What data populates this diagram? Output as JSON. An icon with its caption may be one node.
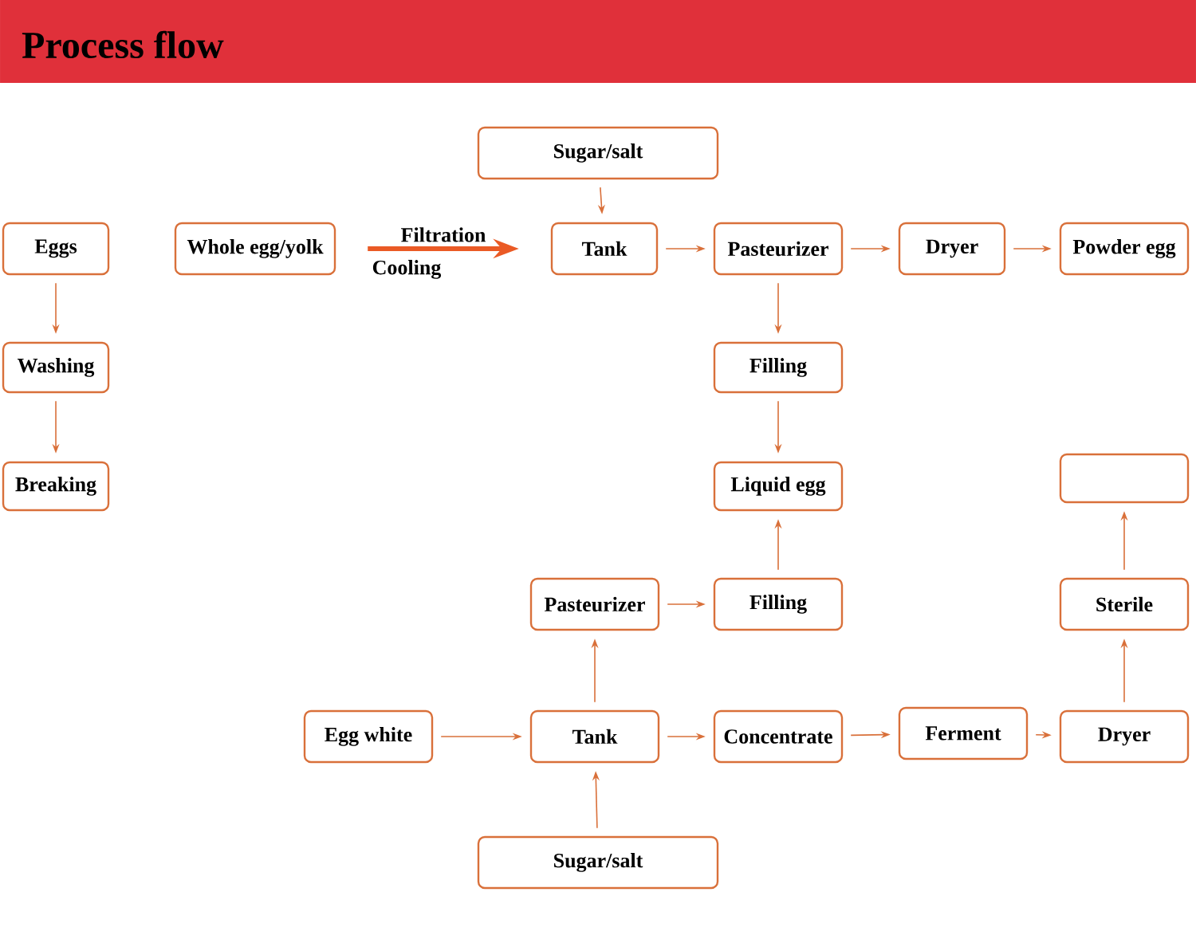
{
  "diagram": {
    "title": "Process flow",
    "nodes": [
      {
        "text": [
          "Eggs"
        ]
      },
      {
        "text": [
          "Washing"
        ]
      },
      {
        "text": [
          "Breaking"
        ]
      },
      {
        "text": [
          "Whole egg/yolk"
        ]
      },
      {
        "text": [
          "Sugar/salt"
        ]
      },
      {
        "text": [
          "Tank"
        ]
      },
      {
        "text": [
          "Pasteurizer"
        ]
      },
      {
        "text": [
          "Dryer"
        ]
      },
      {
        "text": [
          "Powder egg"
        ]
      },
      {
        "text": [
          "Filling"
        ]
      },
      {
        "text": [
          "Liquid egg"
        ]
      },
      {
        "text": [],
        "shape": "box"
      },
      {
        "text": [
          "Pasteurizer"
        ]
      },
      {
        "text": [
          "Filling"
        ]
      },
      {
        "text": [
          "Sterile"
        ]
      },
      {
        "text": [
          "Egg white"
        ]
      },
      {
        "text": [
          "Tank"
        ]
      },
      {
        "text": [
          "Concentrate"
        ]
      },
      {
        "text": [
          "Ferment"
        ]
      },
      {
        "text": [
          "Dryer"
        ]
      },
      {
        "text": [
          "Sugar/salt"
        ]
      }
    ],
    "edges": [
      {
        "from": 0,
        "to": 1,
        "arrow": "to"
      },
      {
        "from": 1,
        "to": 2,
        "arrow": "to"
      },
      {
        "from": 3,
        "to": 5,
        "arrow": "to",
        "label": "Filtration",
        "style": "thick"
      },
      {
        "from": 4,
        "to": 5,
        "arrow": "to"
      },
      {
        "from": 5,
        "to": 6,
        "arrow": "to"
      },
      {
        "from": 6,
        "to": 7,
        "arrow": "to"
      },
      {
        "from": 7,
        "to": 8,
        "arrow": "to"
      },
      {
        "from": 6,
        "to": 9,
        "arrow": "to"
      },
      {
        "from": 9,
        "to": 10,
        "arrow": "to"
      },
      {
        "from": 13,
        "to": 10,
        "arrow": "to"
      },
      {
        "from": 12,
        "to": 13,
        "arrow": "to"
      },
      {
        "from": 16,
        "to": 12,
        "arrow": "to"
      },
      {
        "from": 15,
        "to": 16,
        "arrow": "to"
      },
      {
        "from": 20,
        "to": 16,
        "arrow": "to"
      },
      {
        "from": 16,
        "to": 17,
        "arrow": "to"
      },
      {
        "from": 17,
        "to": 18,
        "arrow": "to"
      },
      {
        "from": 18,
        "to": 19,
        "arrow": "to"
      },
      {
        "from": 19,
        "to": 14,
        "arrow": "to"
      },
      {
        "from": 14,
        "to": 11,
        "arrow": "to"
      }
    ],
    "labels": [
      "Cooling"
    ]
  }
}
